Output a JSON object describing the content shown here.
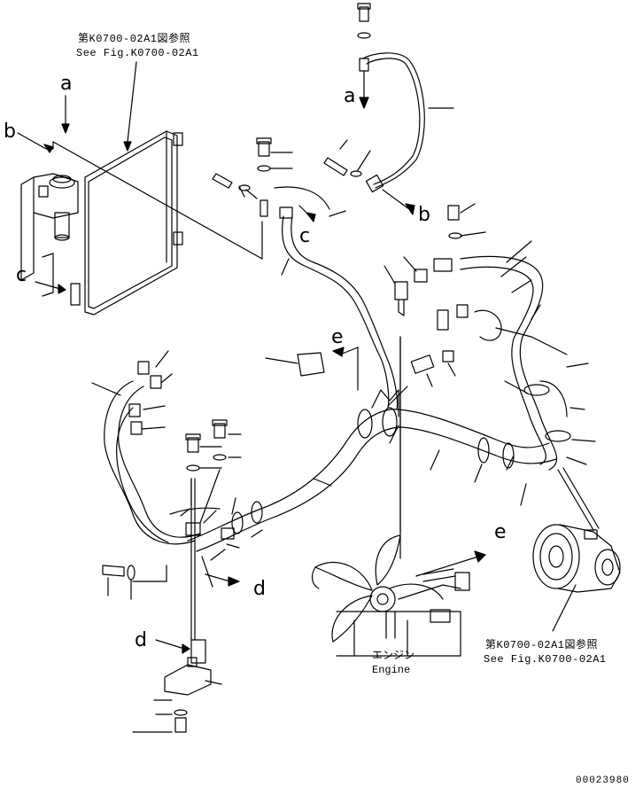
{
  "refs": {
    "top_jp": "第K0700-02A1図参照",
    "top_en": "See Fig.K0700-02A1",
    "right_jp": "第K0700-02A1図参照",
    "right_en": "See Fig.K0700-02A1"
  },
  "engine": {
    "jp": "エンジン",
    "en": "Engine"
  },
  "view_letters": {
    "a1": "a",
    "a2": "a",
    "b1": "b",
    "b2": "b",
    "c1": "c",
    "c2": "c",
    "d1": "d",
    "d2": "d",
    "e1": "e",
    "e2": "e"
  },
  "drawing_code": "00023980"
}
